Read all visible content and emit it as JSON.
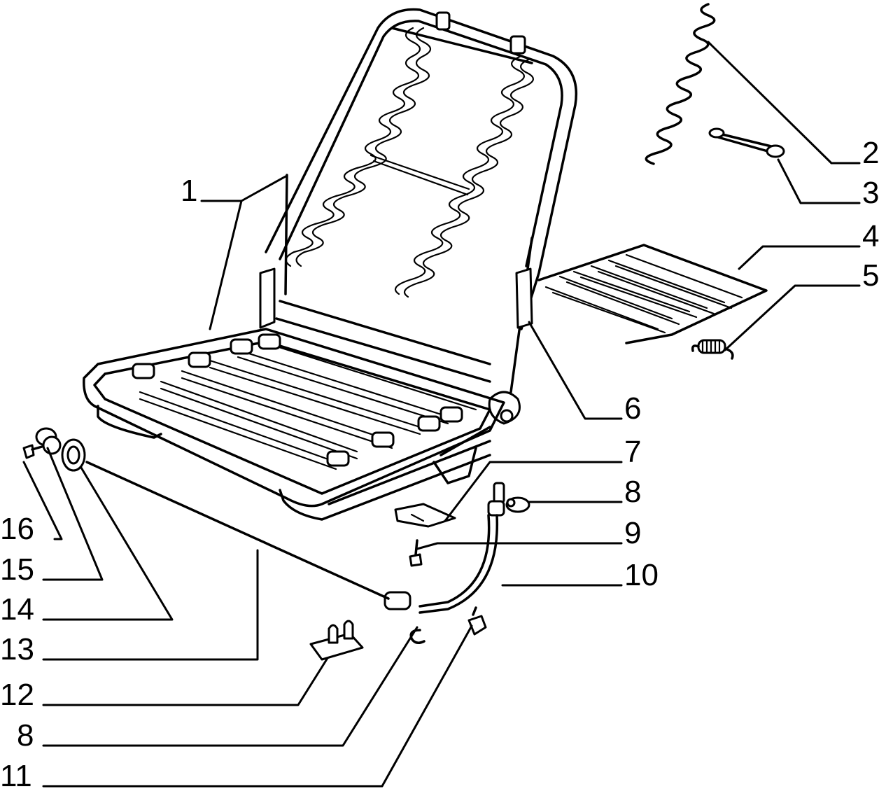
{
  "diagram": {
    "callouts": [
      {
        "id": "c1",
        "label": "1"
      },
      {
        "id": "c2",
        "label": "2"
      },
      {
        "id": "c3",
        "label": "3"
      },
      {
        "id": "c4",
        "label": "4"
      },
      {
        "id": "c5",
        "label": "5"
      },
      {
        "id": "c6",
        "label": "6"
      },
      {
        "id": "c7",
        "label": "7"
      },
      {
        "id": "c8a",
        "label": "8"
      },
      {
        "id": "c9",
        "label": "9"
      },
      {
        "id": "c10",
        "label": "10"
      },
      {
        "id": "c16",
        "label": "16"
      },
      {
        "id": "c15",
        "label": "15"
      },
      {
        "id": "c14",
        "label": "14"
      },
      {
        "id": "c13",
        "label": "13"
      },
      {
        "id": "c12",
        "label": "12"
      },
      {
        "id": "c8b",
        "label": "8"
      },
      {
        "id": "c11",
        "label": "11"
      }
    ]
  }
}
